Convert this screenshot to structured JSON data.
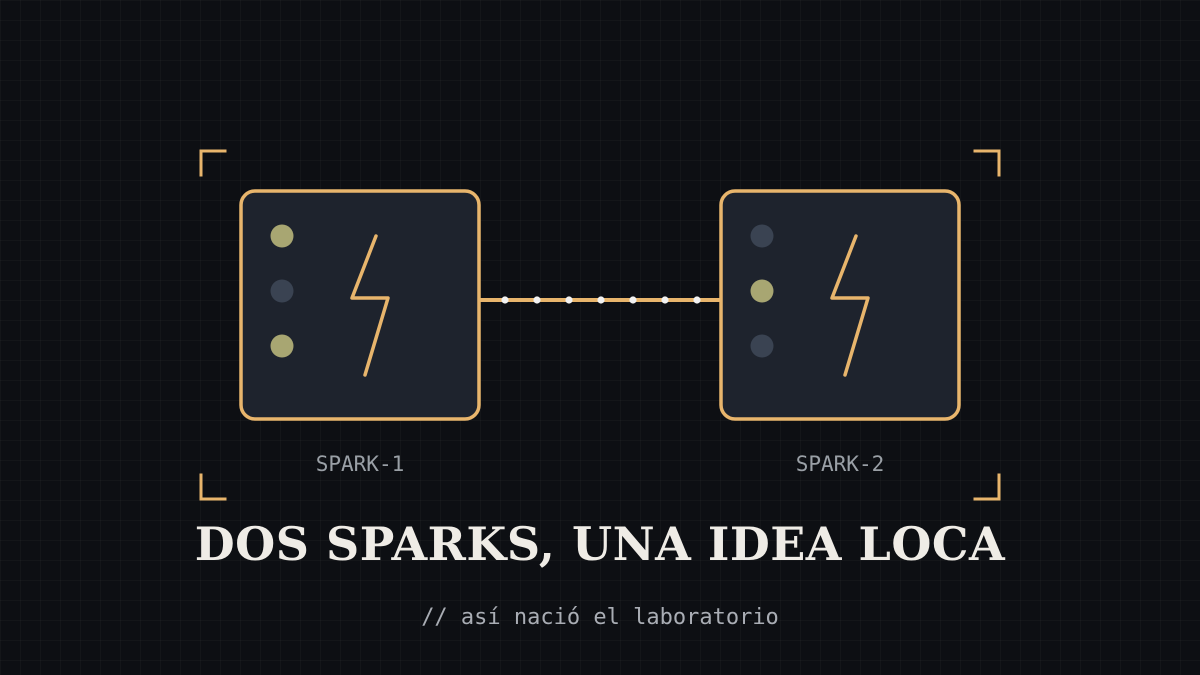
{
  "nodes": [
    {
      "label": "SPARK-1",
      "leds": [
        "on",
        "off",
        "on"
      ]
    },
    {
      "label": "SPARK-2",
      "leds": [
        "off",
        "on",
        "off"
      ]
    }
  ],
  "headline": "DOS SPARKS, UNA IDEA LOCA",
  "tagline": "// así nació el laboratorio",
  "colors": {
    "background": "#0d0f13",
    "accent": "#e8b56c",
    "panel": "#1e232d",
    "led_on": "#a8a672",
    "led_off": "#3a4352",
    "node_label": "#9aa0a6",
    "headline": "#efece6",
    "tagline": "#a9adb4",
    "packet": "#f2f2f2"
  },
  "icons": {
    "node": "lightning-bolt-icon",
    "frame": "corner-bracket"
  }
}
